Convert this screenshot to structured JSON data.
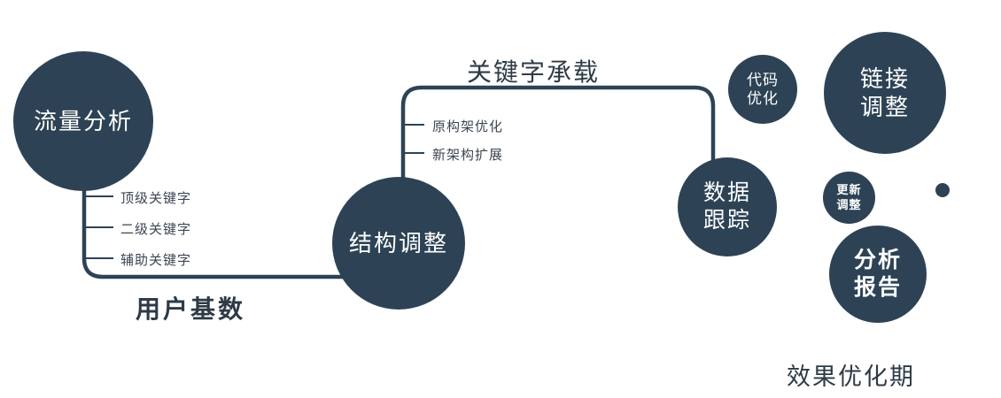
{
  "palette": {
    "node": "#2d4355",
    "line": "#2d4355",
    "text_dark": "#2e3a46",
    "background": "#ffffff"
  },
  "nodes": {
    "traffic_analysis": {
      "label": "流量分析"
    },
    "structure_adjustment": {
      "label": "结构调整"
    },
    "data_tracking": {
      "line1": "数据",
      "line2": "跟踪"
    },
    "code_optimization": {
      "line1": "代码",
      "line2": "优化"
    },
    "link_adjustment": {
      "line1": "链接",
      "line2": "调整"
    },
    "update_adjustment": {
      "line1": "更新",
      "line2": "调整"
    },
    "analysis_report": {
      "line1": "分析",
      "line2": "报告"
    }
  },
  "edge_labels": {
    "keyword_carry": "关键字承载",
    "user_base": "用户基数"
  },
  "branch_labels": {
    "traffic": [
      "顶级关键字",
      "二级关键字",
      "辅助关键字"
    ],
    "structure": [
      "原构架优化",
      "新架构扩展"
    ]
  },
  "caption": "效果优化期"
}
